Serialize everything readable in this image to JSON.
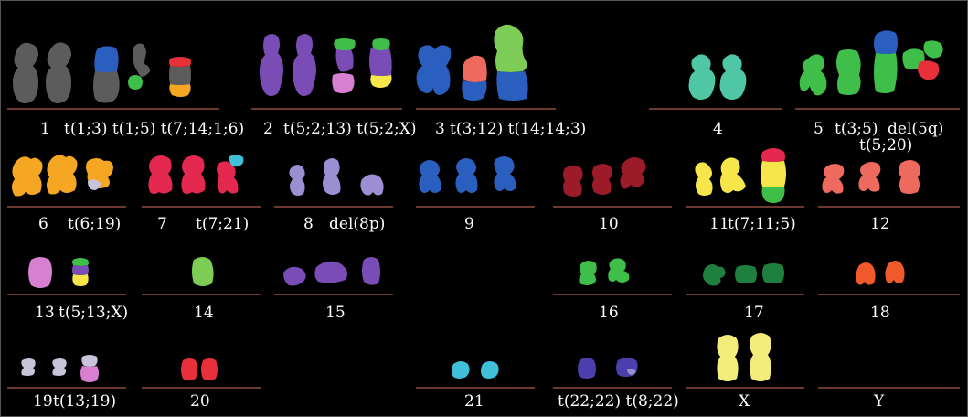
{
  "colors": {
    "background": "#000000",
    "baseline": "#6b3a2e",
    "label_text": "#ffffff",
    "gray": "#5c5c5c",
    "blue": "#2a5fbf",
    "green": "#3fbf4a",
    "red": "#e8303a",
    "yellow": "#f7e64a",
    "orange": "#f5a623",
    "purple": "#7a4cb5",
    "lavender": "#9b8fd1",
    "pink": "#d77fd0",
    "teal": "#4fc7a5",
    "crimson": "#e5284f",
    "maroon": "#9b1c28",
    "salmon": "#ee6a5e",
    "lightgreen": "#7ccc55",
    "darkgreen": "#1e7f3f",
    "cyan": "#3fc0d8",
    "indigo": "#4b3fae",
    "paleyellow": "#f3ec7a",
    "silver": "#c9c3d9",
    "orangered": "#f05a2a"
  },
  "labels": {
    "l1": "1",
    "l1b": "t(1;3) t(1;5) t(7;14;1;6)",
    "l2": "2",
    "l2b": "t(5;2;13) t(5;2;X)",
    "l3": "3",
    "l3b": "t(3;12) t(14;14;3)",
    "l4": "4",
    "l5": "5",
    "l5b": "t(3;5)",
    "l5c": "del(5q)",
    "l5d": "t(5;20)",
    "l6": "6",
    "l6b": "t(6;19)",
    "l7": "7",
    "l7b": "t(7;21)",
    "l8": "8",
    "l8b": "del(8p)",
    "l9": "9",
    "l10": "10",
    "l11": "11",
    "l11b": "t(7;11;5)",
    "l12": "12",
    "l13": "13",
    "l13b": "t(5;13;X)",
    "l14": "14",
    "l15": "15",
    "l16": "16",
    "l17": "17",
    "l18": "18",
    "l19": "19",
    "l19b": "t(13;19)",
    "l20": "20",
    "l21": "21",
    "l22": "t(22;22) t(8;22)",
    "lX": "X",
    "lY": "Y"
  }
}
